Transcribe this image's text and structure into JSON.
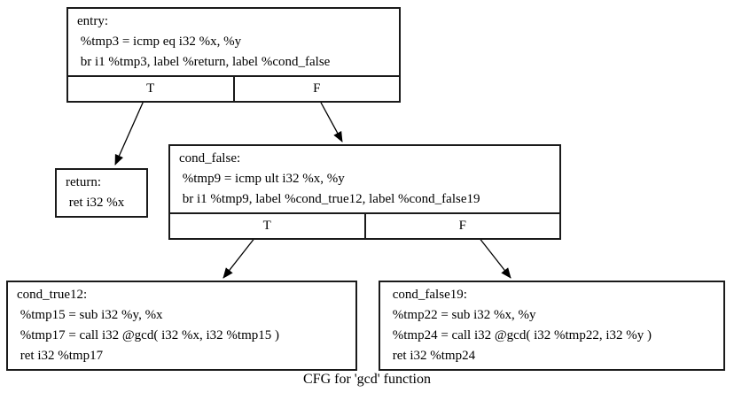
{
  "caption": "CFG for 'gcd' function",
  "colors": {
    "background": "#ffffff",
    "node_border": "#1a1a1a",
    "edge": "#000000",
    "text": "#000000"
  },
  "graph": {
    "nodes": [
      {
        "id": "entry",
        "lines": [
          "entry:",
          " %tmp3 = icmp eq i32 %x, %y",
          " br i1 %tmp3, label %return, label %cond_false"
        ],
        "ports": [
          "T",
          "F"
        ]
      },
      {
        "id": "return",
        "lines": [
          "return:",
          " ret i32 %x"
        ]
      },
      {
        "id": "cond_false",
        "lines": [
          "cond_false:",
          " %tmp9 = icmp ult i32 %x, %y",
          " br i1 %tmp9, label %cond_true12, label %cond_false19"
        ],
        "ports": [
          "T",
          "F"
        ]
      },
      {
        "id": "cond_true12",
        "lines": [
          "cond_true12:",
          " %tmp15 = sub i32 %y, %x",
          " %tmp17 = call i32 @gcd( i32 %x, i32 %tmp15 )",
          " ret i32 %tmp17"
        ]
      },
      {
        "id": "cond_false19",
        "lines": [
          " cond_false19:",
          " %tmp22 = sub i32 %x, %y",
          " %tmp24 = call i32 @gcd( i32 %tmp22, i32 %y )",
          " ret i32 %tmp24"
        ]
      }
    ],
    "edges": [
      {
        "from": "entry:T",
        "to": "return"
      },
      {
        "from": "entry:F",
        "to": "cond_false"
      },
      {
        "from": "cond_false:T",
        "to": "cond_true12"
      },
      {
        "from": "cond_false:F",
        "to": "cond_false19"
      }
    ]
  }
}
